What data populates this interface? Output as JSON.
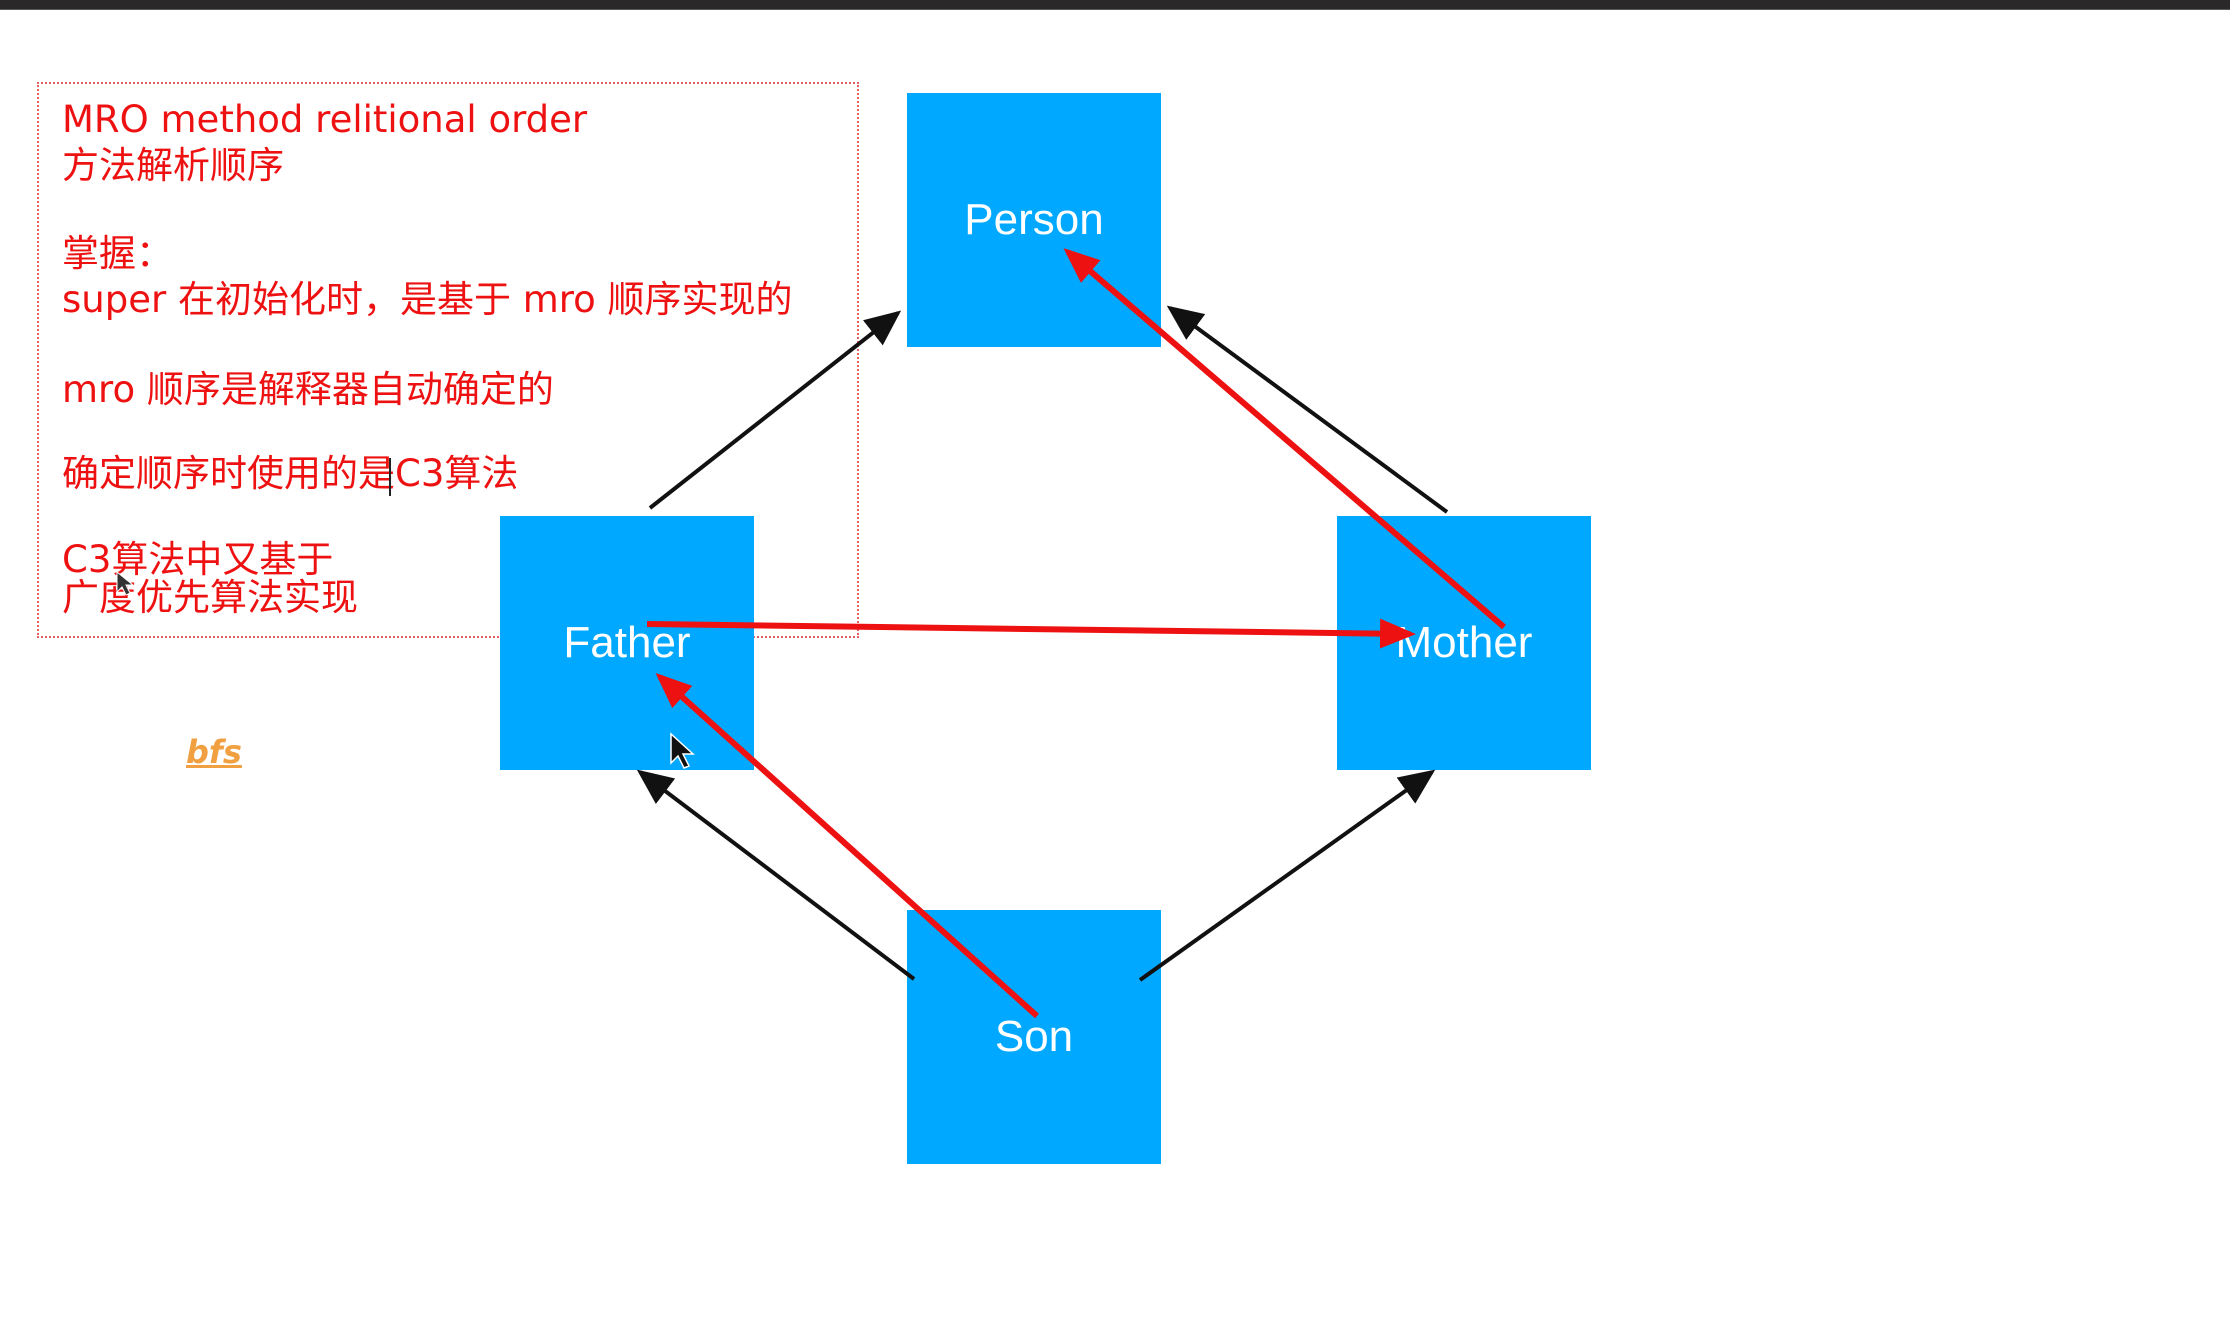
{
  "notes": {
    "line1": "MRO method relitional order",
    "line2": "方法解析顺序",
    "line3": "掌握：",
    "line4": " super 在初始化时，是基于 mro 顺序实现的",
    "line5": "mro 顺序是解释器自动确定的",
    "line6": "确定顺序时使用的是C3算法",
    "line7": "C3算法中又基于",
    "line8": "广度优先算法实现"
  },
  "link": {
    "text": "bfs"
  },
  "nodes": {
    "person": "Person",
    "father": "Father",
    "mother": "Mother",
    "son": "Son"
  },
  "colors": {
    "node_fill": "#00a8ff",
    "annotation_red": "#ee1111",
    "arrow_black": "#111111",
    "link_orange": "#f0a040"
  }
}
